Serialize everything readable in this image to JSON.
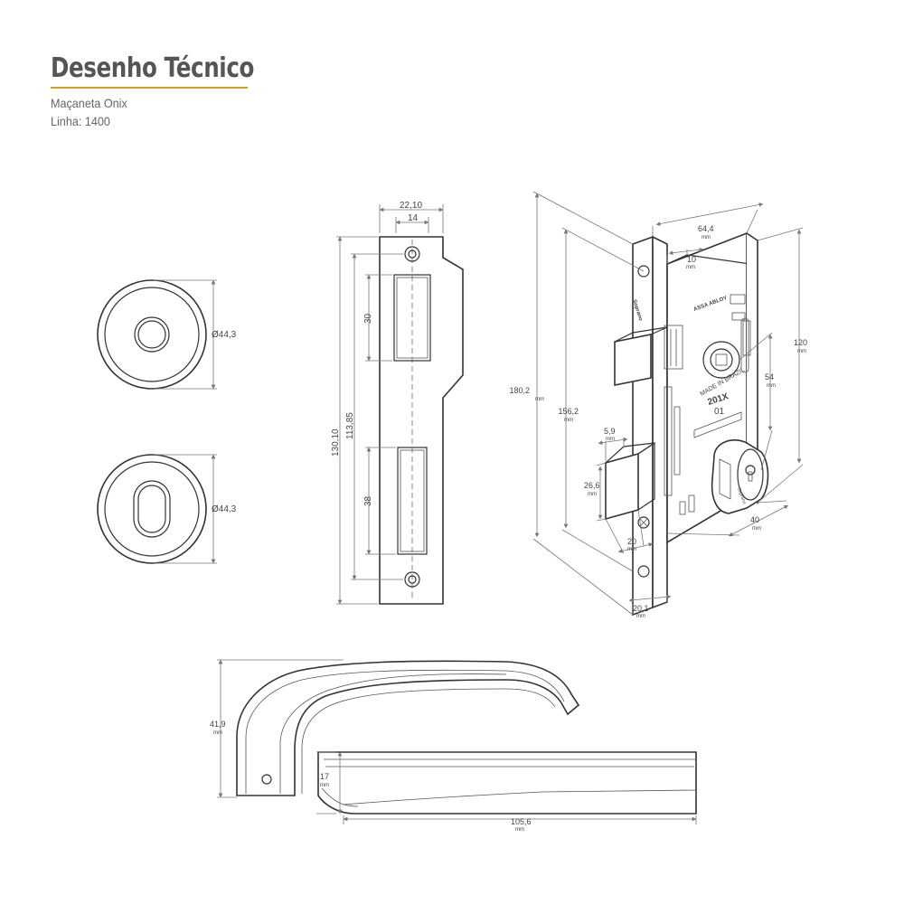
{
  "header": {
    "title": "Desenho Técnico",
    "subtitle_1": "Maçaneta Onix",
    "subtitle_2": "Linha: 1400"
  },
  "colors": {
    "title_rule": "#c9a227",
    "line": "#333333",
    "dim": "#777777"
  },
  "rosettes": {
    "round_diameter": "Ø44,3",
    "key_diameter": "Ø44,3"
  },
  "faceplate": {
    "width_total": "22,10",
    "width_inner": "14",
    "height_total": "130,10",
    "height_holes": "113,85",
    "latch_slot": "30",
    "bolt_slot": "38"
  },
  "lock_body": {
    "height_total": "180,2",
    "height_total_unit": "mm",
    "height_holes": "156,2",
    "height_holes_unit": "mm",
    "depth": "64,4",
    "depth_unit": "mm",
    "backset_offset": "10",
    "backset_offset_unit": "mm",
    "body_height": "120",
    "body_height_unit": "mm",
    "spindle_to_cyl": "54",
    "spindle_to_cyl_unit": "mm",
    "bolt_throw": "5,9",
    "bolt_throw_unit": "mm",
    "bolt_height": "26,6",
    "bolt_height_unit": "mm",
    "bolt_front": "20",
    "bolt_front_unit": "mm",
    "face_width": "20,1",
    "face_width_unit": "mm",
    "cyl_backset": "40",
    "cyl_backset_unit": "mm",
    "brand_face": "Soprano",
    "brand_body": "ASSA ABLOY",
    "model_mark": "MADE IN BRAZIL",
    "model_code": "201X",
    "model_line": "01"
  },
  "handle": {
    "height": "41,9",
    "height_unit": "mm",
    "thickness": "17",
    "thickness_unit": "mm",
    "length": "105,6",
    "length_unit": "mm"
  }
}
